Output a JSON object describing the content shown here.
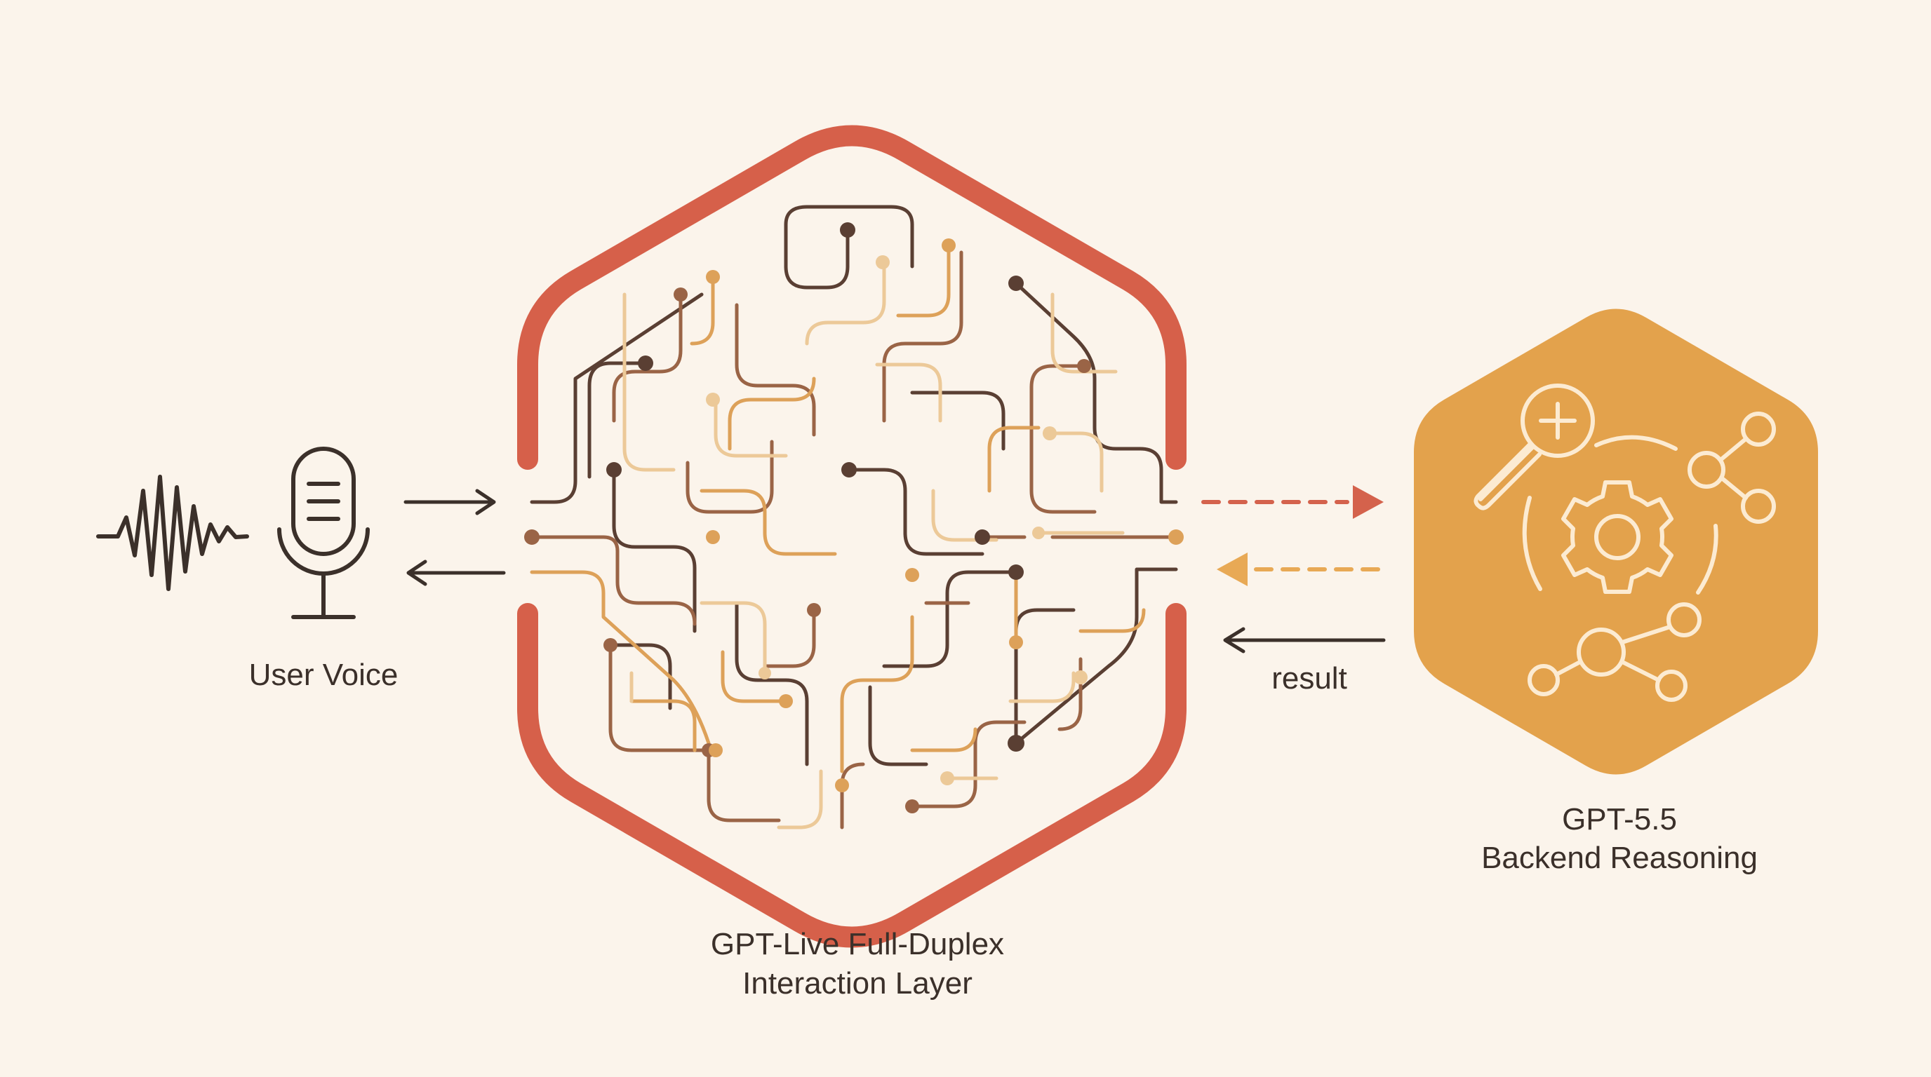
{
  "colors": {
    "background": "#FBF4EB",
    "ink": "#3B302A",
    "frame_red": "#D6604A",
    "backend_orange": "#E3A24C",
    "circuit_dark": "#5A3F33",
    "circuit_brown": "#9A6446",
    "circuit_orange": "#DDA159",
    "circuit_light": "#ECC998",
    "request_arrow": "#D4624C",
    "return_arrow": "#E8A955",
    "icon_stroke": "#FCEBD2"
  },
  "user": {
    "label": "User Voice",
    "icons": [
      "waveform-icon",
      "microphone-icon"
    ]
  },
  "interaction_layer": {
    "label_line1": "GPT-Live Full-Duplex",
    "label_line2": "Interaction Layer",
    "icon": "circuit-brain-icon"
  },
  "backend": {
    "label_line1": "GPT-5.5",
    "label_line2": "Backend Reasoning",
    "icons": [
      "magnifier-plus-icon",
      "gear-icon",
      "network-nodes-icon"
    ]
  },
  "connections": {
    "result_label": "result"
  }
}
